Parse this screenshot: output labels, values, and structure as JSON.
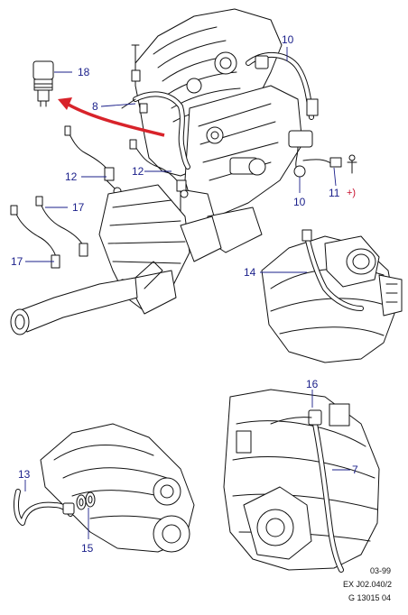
{
  "callouts": {
    "c18": "18",
    "c10_top": "10",
    "c8": "8",
    "c12_left": "12",
    "c12_right": "12",
    "c17_top": "17",
    "c17_bottom": "17",
    "c10_bottom": "10",
    "c11": "11",
    "plus": "+)",
    "c14": "14",
    "c16": "16",
    "c7": "7",
    "c13": "13",
    "c15": "15"
  },
  "stamps": {
    "date": "03-99",
    "ref": "EX J02.040/2",
    "code": "G 13015 04"
  },
  "colors": {
    "callout_ink": "#1a1f8a",
    "arrow_red": "#d8232a",
    "line_ink": "#111111"
  }
}
